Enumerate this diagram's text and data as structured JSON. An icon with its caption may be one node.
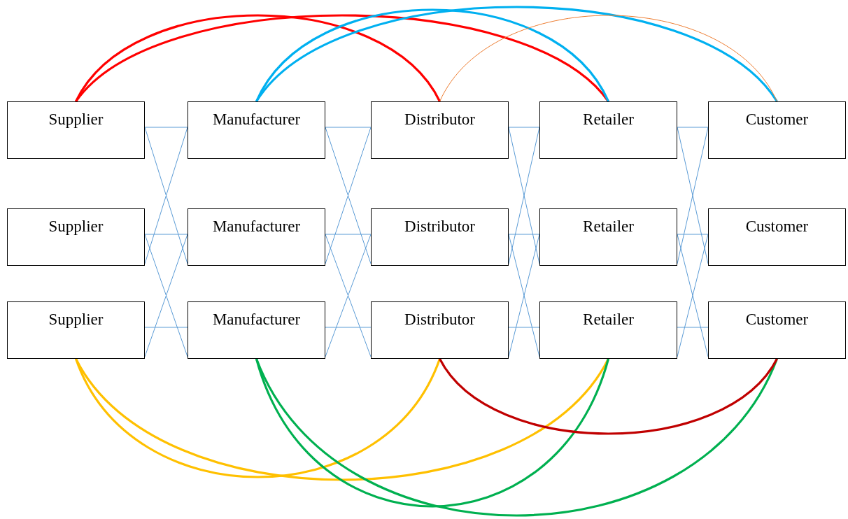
{
  "diagram": {
    "nodes": [
      {
        "text": [
          "Supplier"
        ]
      },
      {
        "text": [
          "Manufacturer"
        ]
      },
      {
        "text": [
          "Distributor"
        ]
      },
      {
        "text": [
          "Retailer"
        ]
      },
      {
        "text": [
          "Customer"
        ]
      },
      {
        "text": [
          "Supplier"
        ]
      },
      {
        "text": [
          "Manufacturer"
        ]
      },
      {
        "text": [
          "Distributor"
        ]
      },
      {
        "text": [
          "Retailer"
        ]
      },
      {
        "text": [
          "Customer"
        ]
      },
      {
        "text": [
          "Supplier"
        ]
      },
      {
        "text": [
          "Manufacturer"
        ]
      },
      {
        "text": [
          "Distributor"
        ]
      },
      {
        "text": [
          "Retailer"
        ]
      },
      {
        "text": [
          "Customer"
        ]
      }
    ],
    "edges": [
      {
        "from": 0,
        "to": 1,
        "arrow": "none"
      },
      {
        "from": 0,
        "to": 6,
        "arrow": "none"
      },
      {
        "from": 5,
        "to": 1,
        "arrow": "none"
      },
      {
        "from": 5,
        "to": 6,
        "arrow": "none"
      },
      {
        "from": 5,
        "to": 11,
        "arrow": "none"
      },
      {
        "from": 10,
        "to": 6,
        "arrow": "none"
      },
      {
        "from": 10,
        "to": 11,
        "arrow": "none"
      },
      {
        "from": 1,
        "to": 2,
        "arrow": "none"
      },
      {
        "from": 1,
        "to": 7,
        "arrow": "none"
      },
      {
        "from": 6,
        "to": 2,
        "arrow": "none"
      },
      {
        "from": 6,
        "to": 7,
        "arrow": "none"
      },
      {
        "from": 6,
        "to": 12,
        "arrow": "none"
      },
      {
        "from": 11,
        "to": 7,
        "arrow": "none"
      },
      {
        "from": 11,
        "to": 12,
        "arrow": "none"
      },
      {
        "from": 2,
        "to": 3,
        "arrow": "none"
      },
      {
        "from": 2,
        "to": 8,
        "arrow": "none"
      },
      {
        "from": 7,
        "to": 3,
        "arrow": "none"
      },
      {
        "from": 7,
        "to": 8,
        "arrow": "none"
      },
      {
        "from": 7,
        "to": 13,
        "arrow": "none"
      },
      {
        "from": 12,
        "to": 8,
        "arrow": "none"
      },
      {
        "from": 12,
        "to": 13,
        "arrow": "none"
      },
      {
        "from": 3,
        "to": 4,
        "arrow": "none"
      },
      {
        "from": 3,
        "to": 9,
        "arrow": "none"
      },
      {
        "from": 8,
        "to": 4,
        "arrow": "none"
      },
      {
        "from": 8,
        "to": 9,
        "arrow": "none"
      },
      {
        "from": 8,
        "to": 14,
        "arrow": "none"
      },
      {
        "from": 13,
        "to": 9,
        "arrow": "none"
      },
      {
        "from": 13,
        "to": 14,
        "arrow": "none"
      },
      {
        "from": 0,
        "to": 2,
        "arrow": "none",
        "style": "thick",
        "color": "#ff0000"
      },
      {
        "from": 0,
        "to": 3,
        "arrow": "none",
        "style": "thick",
        "color": "#ff0000"
      },
      {
        "from": 1,
        "to": 3,
        "arrow": "none",
        "style": "thick",
        "color": "#00b0f0"
      },
      {
        "from": 1,
        "to": 4,
        "arrow": "none",
        "style": "thick",
        "color": "#00b0f0"
      },
      {
        "from": 2,
        "to": 4,
        "arrow": "none",
        "color": "#ed7d31"
      },
      {
        "from": 10,
        "to": 12,
        "arrow": "none",
        "style": "thick",
        "color": "#ffc000"
      },
      {
        "from": 10,
        "to": 13,
        "arrow": "none",
        "style": "thick",
        "color": "#ffc000"
      },
      {
        "from": 11,
        "to": 13,
        "arrow": "none",
        "style": "thick",
        "color": "#00b050"
      },
      {
        "from": 11,
        "to": 14,
        "arrow": "none",
        "style": "thick",
        "color": "#00b050"
      },
      {
        "from": 12,
        "to": 14,
        "arrow": "none",
        "style": "thick",
        "color": "#c00000"
      }
    ]
  }
}
